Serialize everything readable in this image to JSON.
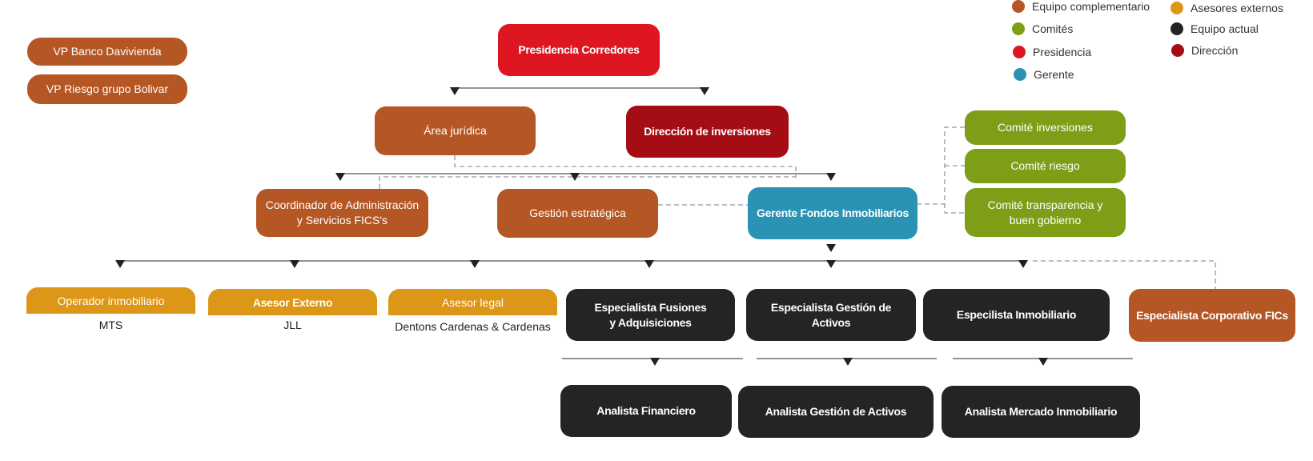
{
  "legend": [
    {
      "label": "Equipo complementario",
      "color": "#b55724"
    },
    {
      "label": "Asesores externos",
      "color": "#dc9618"
    },
    {
      "label": "Comités",
      "color": "#7f9e18"
    },
    {
      "label": "Equipo actual",
      "color": "#242424"
    },
    {
      "label": "Presidencia",
      "color": "#de1622"
    },
    {
      "label": "Dirección",
      "color": "#a50d15"
    },
    {
      "label": "Gerente",
      "color": "#2a93b4"
    }
  ],
  "side_boxes": {
    "vp_davivienda": "VP  Banco Davivienda",
    "vp_bolivar": "VP Riesgo grupo Bolivar"
  },
  "nodes": {
    "presidencia": "Presidencia Corredores",
    "area_juridica": "Área jurídica",
    "direccion_inversiones": "Dirección de inversiones",
    "coordinador": "Coordinador de Administración y Servicios FICS's",
    "gestion_estrategica": "Gestión estratégica",
    "gerente_fondos": "Gerente Fondos Inmobiliarios",
    "comite_inversiones": "Comité inversiones",
    "comite_riesgo": "Comité riesgo",
    "comite_transparencia": "Comité transparencia y buen gobierno",
    "operador": {
      "role": "Operador inmobiliario",
      "name": "MTS"
    },
    "asesor_externo": {
      "role": "Asesor Externo",
      "name": "JLL"
    },
    "asesor_legal": {
      "role": "Asesor legal",
      "name": "Dentons Cardenas & Cardenas"
    },
    "esp_fusiones": "Especialista Fusiones y Adquisiciones",
    "esp_gestion": "Especialista Gestión de Activos",
    "esp_inmobiliario": "Especilista Inmobiliario",
    "esp_corporativo": "Especialista Corporativo FICs",
    "analista_financiero": "Analista Financiero",
    "analista_gestion": "Analista Gestión de Activos",
    "analista_mercado": "Analista Mercado Inmobiliario"
  }
}
